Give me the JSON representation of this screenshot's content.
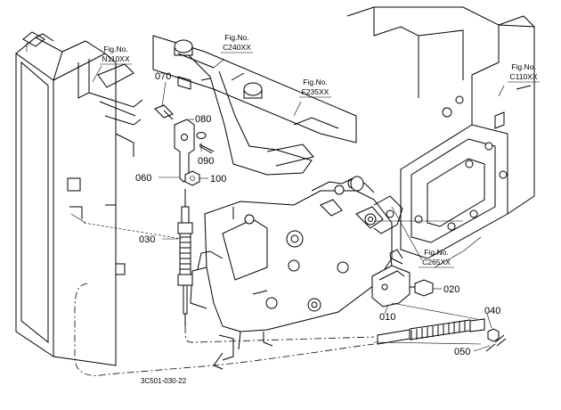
{
  "part_labels": {
    "p070": "070",
    "p080": "080",
    "p090": "090",
    "p060": "060",
    "p100": "100",
    "p030": "030",
    "p020": "020",
    "p010": "010",
    "p040": "040",
    "p050": "050"
  },
  "fig_refs": {
    "n110": {
      "line1": "Fig.No.",
      "line2": "N110XX"
    },
    "c240": {
      "line1": "Fig.No.",
      "line2": "C240XX"
    },
    "f235": {
      "line1": "Fig.No.",
      "line2": "F235XX"
    },
    "c110": {
      "line1": "Fig.No.",
      "line2": "C110XX"
    },
    "c265": {
      "line1": "Fig.No.",
      "line2": "C265XX"
    }
  },
  "drawing_code": "3C501-030-22"
}
